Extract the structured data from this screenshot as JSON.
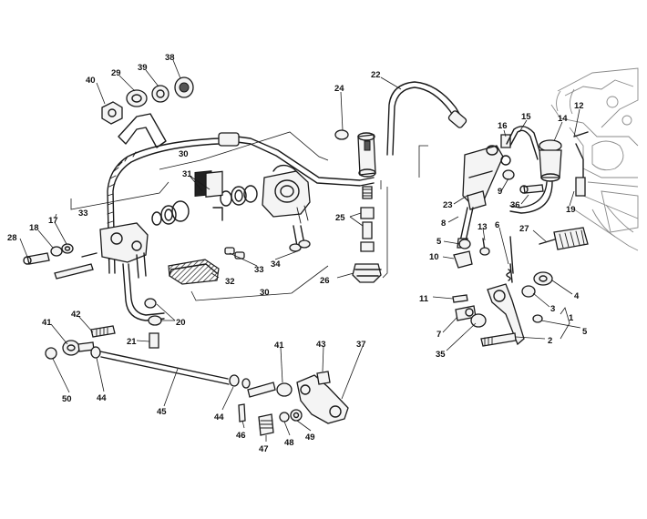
{
  "callouts": [
    {
      "id": "40",
      "label": "40"
    },
    {
      "id": "29",
      "label": "29"
    },
    {
      "id": "39",
      "label": "39"
    },
    {
      "id": "38",
      "label": "38"
    },
    {
      "id": "22",
      "label": "22"
    },
    {
      "id": "24",
      "label": "24"
    },
    {
      "id": "16",
      "label": "16"
    },
    {
      "id": "15",
      "label": "15"
    },
    {
      "id": "14",
      "label": "14"
    },
    {
      "id": "12",
      "label": "12"
    },
    {
      "id": "30a",
      "label": "30"
    },
    {
      "id": "31",
      "label": "31"
    },
    {
      "id": "33a",
      "label": "33"
    },
    {
      "id": "17",
      "label": "17"
    },
    {
      "id": "18",
      "label": "18"
    },
    {
      "id": "28",
      "label": "28"
    },
    {
      "id": "25",
      "label": "25"
    },
    {
      "id": "9",
      "label": "9"
    },
    {
      "id": "23",
      "label": "23"
    },
    {
      "id": "36",
      "label": "36"
    },
    {
      "id": "19",
      "label": "19"
    },
    {
      "id": "8",
      "label": "8"
    },
    {
      "id": "13",
      "label": "13"
    },
    {
      "id": "27",
      "label": "27"
    },
    {
      "id": "5a",
      "label": "5"
    },
    {
      "id": "10",
      "label": "10"
    },
    {
      "id": "33b",
      "label": "33"
    },
    {
      "id": "34",
      "label": "34"
    },
    {
      "id": "32",
      "label": "32"
    },
    {
      "id": "30b",
      "label": "30"
    },
    {
      "id": "26",
      "label": "26"
    },
    {
      "id": "6",
      "label": "6"
    },
    {
      "id": "4",
      "label": "4"
    },
    {
      "id": "11",
      "label": "11"
    },
    {
      "id": "3",
      "label": "3"
    },
    {
      "id": "1",
      "label": "1"
    },
    {
      "id": "42",
      "label": "42"
    },
    {
      "id": "20",
      "label": "20"
    },
    {
      "id": "7",
      "label": "7"
    },
    {
      "id": "5b",
      "label": "5"
    },
    {
      "id": "41a",
      "label": "41"
    },
    {
      "id": "21",
      "label": "21"
    },
    {
      "id": "35",
      "label": "35"
    },
    {
      "id": "2",
      "label": "2"
    },
    {
      "id": "41b",
      "label": "41"
    },
    {
      "id": "43",
      "label": "43"
    },
    {
      "id": "37",
      "label": "37"
    },
    {
      "id": "50",
      "label": "50"
    },
    {
      "id": "44a",
      "label": "44"
    },
    {
      "id": "45",
      "label": "45"
    },
    {
      "id": "44b",
      "label": "44"
    },
    {
      "id": "46",
      "label": "46"
    },
    {
      "id": "49",
      "label": "49"
    },
    {
      "id": "47",
      "label": "47"
    },
    {
      "id": "48",
      "label": "48"
    }
  ]
}
